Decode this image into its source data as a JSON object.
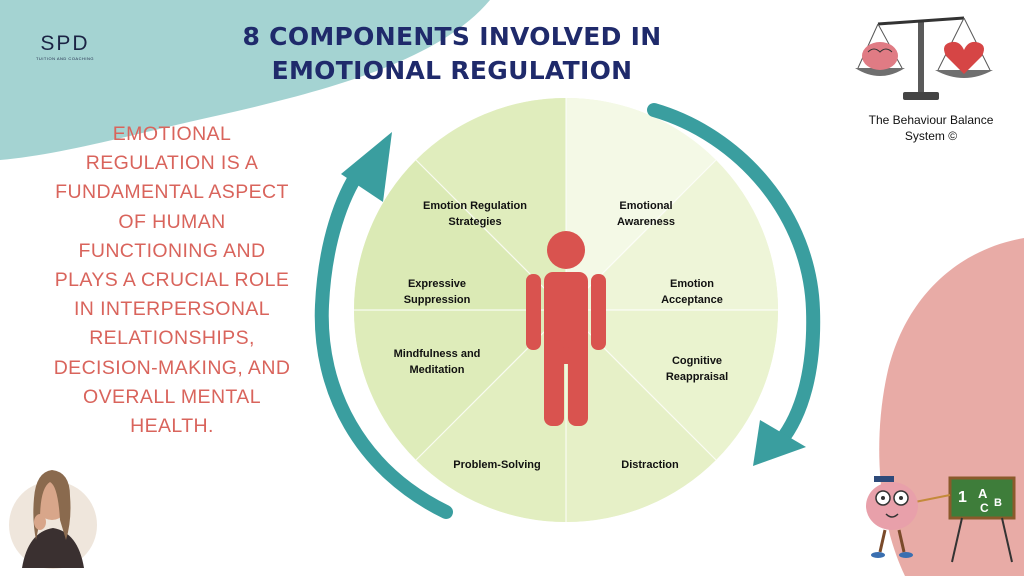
{
  "header": {
    "title_line1": "8 COMPONENTS INVOLVED IN",
    "title_line2": "EMOTIONAL REGULATION"
  },
  "logo": {
    "text": "SPD",
    "tagline": "TUITION AND COACHING"
  },
  "intro": {
    "lines": [
      "EMOTIONAL",
      "REGULATION IS A",
      "FUNDAMENTAL ASPECT",
      "OF HUMAN",
      "FUNCTIONING AND",
      "PLAYS A CRUCIAL ROLE",
      "IN INTERPERSONAL",
      "RELATIONSHIPS,",
      "DECISION-MAKING, AND",
      "OVERALL MENTAL",
      "HEALTH."
    ]
  },
  "wheel": {
    "components": [
      {
        "line1": "Emotional",
        "line2": "Awareness"
      },
      {
        "line1": "Emotion",
        "line2": "Acceptance"
      },
      {
        "line1": "Cognitive",
        "line2": "Reappraisal"
      },
      {
        "line1": "Distraction",
        "line2": ""
      },
      {
        "line1": "Problem-Solving",
        "line2": ""
      },
      {
        "line1": "Mindfulness and",
        "line2": "Meditation"
      },
      {
        "line1": "Expressive",
        "line2": "Suppression"
      },
      {
        "line1": "Emotion Regulation",
        "line2": "Strategies"
      }
    ]
  },
  "brand": {
    "line1": "The Behaviour Balance",
    "line2": "System ©"
  },
  "board": {
    "digit": "1",
    "letter_a": "A",
    "letter_b": "B",
    "letter_c": "C"
  },
  "colors": {
    "title": "#1f2a6b",
    "lead_text": "#d9645c",
    "arrow": "#3a9e9f",
    "figure": "#d9534f",
    "teal_blob": "#a4d3d2",
    "pink_blob": "#e8aba6",
    "wheel_light": "#ecf4d3",
    "wheel_dark": "#dbeab5"
  }
}
